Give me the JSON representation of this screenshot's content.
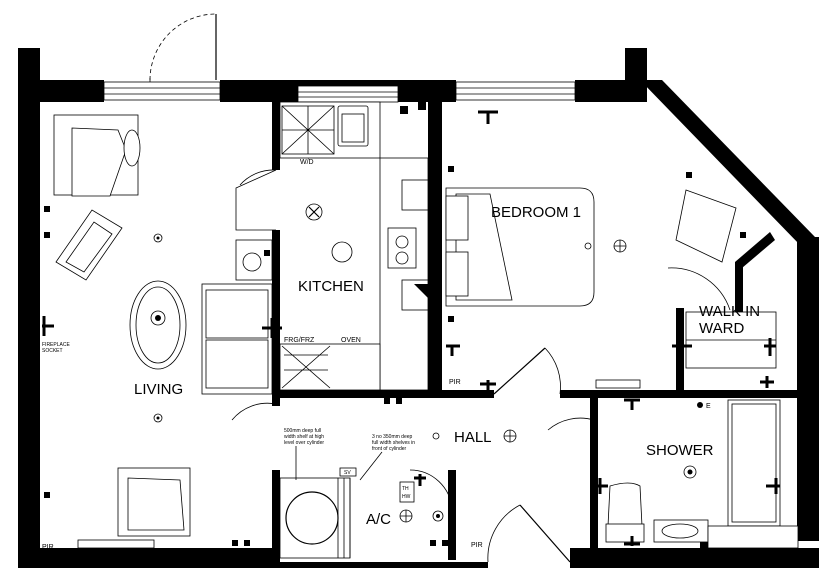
{
  "rooms": {
    "living": "LIVING",
    "kitchen": "KITCHEN",
    "bedroom": "BEDROOM 1",
    "walk_in_ward_line1": "WALK IN",
    "walk_in_ward_line2": "WARD",
    "hall": "HALL",
    "shower": "SHOWER",
    "ac": "A/C"
  },
  "labels": {
    "wd": "W/D",
    "frg_frz": "FRG/FRZ",
    "oven": "OVEN",
    "pir_bedroom": "PIR",
    "pir_living": "PIR",
    "pir_entry": "PIR",
    "fireplace_1": "FIREPLACE",
    "fireplace_2": "SOCKET",
    "sv": "SV",
    "hw_1": "TH",
    "hw_2": "HW",
    "e": "E"
  },
  "notes": {
    "shelf_1": "500mm deep full",
    "shelf_2": "width shelf at high",
    "shelf_3": "level over cylinder",
    "shelves_1": "3 no 350mm deep",
    "shelves_2": "full width shelves in",
    "shelves_3": "front of cylinder"
  }
}
